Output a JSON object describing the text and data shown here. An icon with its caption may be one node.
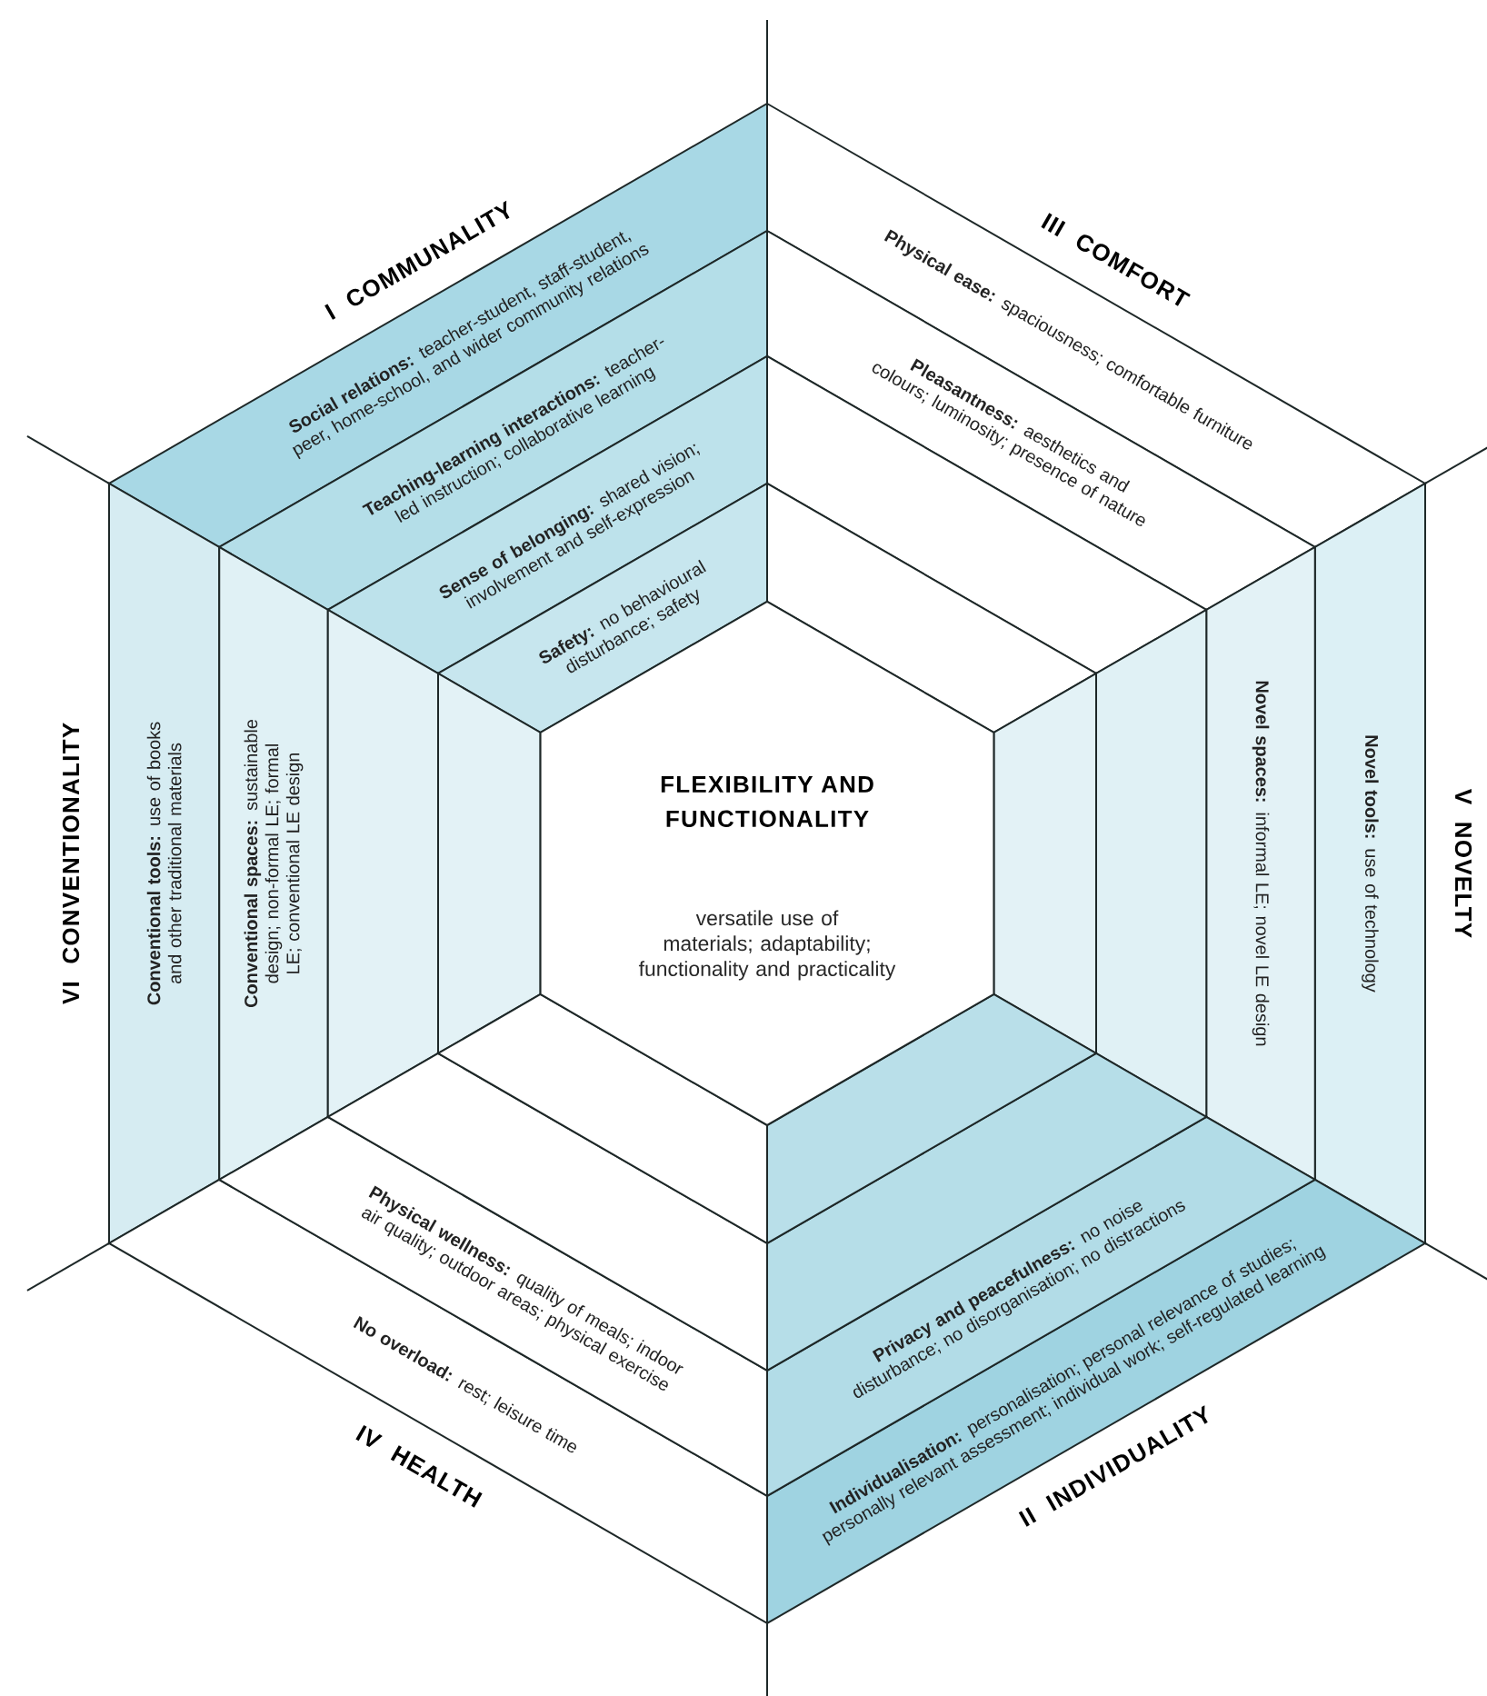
{
  "diagram": {
    "nodes": [
      {
        "text": [
          "FLEXIBILITY AND FUNCTIONALITY",
          "versatile use of materials; adaptability; functionality and practicality"
        ]
      },
      {
        "text": [
          "**Social relations:** teacher-student, staff-student, peer, home-school, and wider community relations"
        ]
      },
      {
        "text": [
          "**Teaching-learning interactions:** teacher-led instruction; collaborative learning"
        ]
      },
      {
        "text": [
          "**Sense of belonging:** shared vision; involvement and self-expression"
        ]
      },
      {
        "text": [
          "**Safety:** no behavioural disturbance; safety"
        ]
      },
      {
        "text": [
          "**Physical ease:** spaciousness; comfortable furniture"
        ]
      },
      {
        "text": [
          "**Pleasantness:** aesthetics and colours; luminosity; presence of nature"
        ]
      },
      {
        "text": [],
        "shape": "trapezoid"
      },
      {
        "text": [],
        "shape": "trapezoid"
      },
      {
        "text": [
          "**Conventional tools:** use of books and other traditional materials"
        ]
      },
      {
        "text": [
          "**Conventional spaces:** sustainable design; non-formal LE; formal LE; conventional LE design"
        ]
      },
      {
        "text": [],
        "shape": "trapezoid"
      },
      {
        "text": [],
        "shape": "trapezoid"
      },
      {
        "text": [
          "**Novel tools:** use of technology"
        ]
      },
      {
        "text": [
          "**Novel spaces:** informal LE; novel LE design"
        ]
      },
      {
        "text": [],
        "shape": "trapezoid"
      },
      {
        "text": [],
        "shape": "trapezoid"
      },
      {
        "text": [
          "**No overload:** rest; leisure time"
        ]
      },
      {
        "text": [
          "**Physical wellness:** quality of meals; indoor air quality; outdoor areas; physical exercise"
        ]
      },
      {
        "text": [],
        "shape": "trapezoid"
      },
      {
        "text": [],
        "shape": "trapezoid"
      },
      {
        "text": [
          "**Individualisation:** personalisation; personal relevance of studies; personally relevant assessment; individual work; self-regulated learning"
        ]
      },
      {
        "text": [
          "**Privacy and peacefulness:** no noise disturbance; no disorganisation; no distractions"
        ]
      },
      {
        "text": [],
        "shape": "trapezoid"
      },
      {
        "text": [],
        "shape": "trapezoid"
      }
    ],
    "labels": [
      "I COMMUNALITY",
      "III COMFORT",
      "VI CONVENTIONALITY",
      "V NOVELTY",
      "IV HEALTH",
      "II INDIVIDUALITY"
    ]
  }
}
